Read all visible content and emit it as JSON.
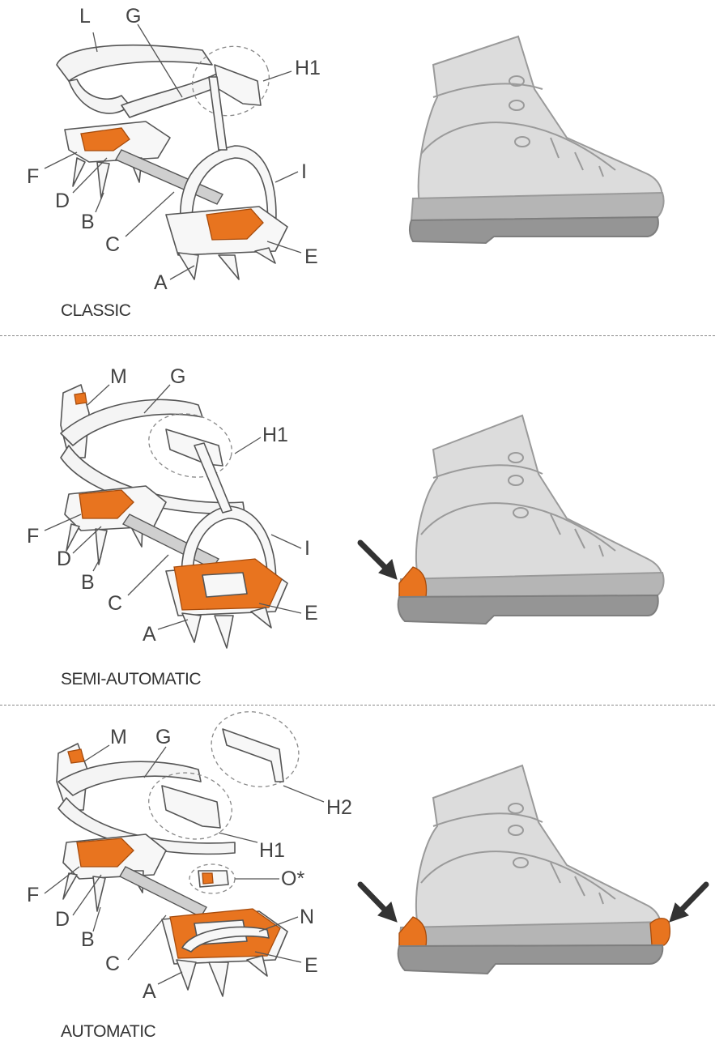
{
  "sections": {
    "classic": {
      "title": "CLASSIC",
      "labels": {
        "L": "L",
        "G": "G",
        "H1": "H1",
        "I": "I",
        "F": "F",
        "D": "D",
        "B": "B",
        "C": "C",
        "E": "E",
        "A": "A"
      }
    },
    "semi": {
      "title": "SEMI-AUTOMATIC",
      "labels": {
        "M": "M",
        "G": "G",
        "H1": "H1",
        "I": "I",
        "F": "F",
        "D": "D",
        "B": "B",
        "C": "C",
        "E": "E",
        "A": "A"
      }
    },
    "auto": {
      "title": "AUTOMATIC",
      "labels": {
        "M": "M",
        "G": "G",
        "H2": "H2",
        "H1": "H1",
        "O": "O*",
        "F": "F",
        "D": "D",
        "B": "B",
        "C": "C",
        "N": "N",
        "E": "E",
        "A": "A"
      }
    }
  },
  "colors": {
    "accent": "#e8741f",
    "boot": "#dcdcdc",
    "sole": "#959595",
    "line": "#555555"
  },
  "icons": [
    "arrow-icon"
  ]
}
